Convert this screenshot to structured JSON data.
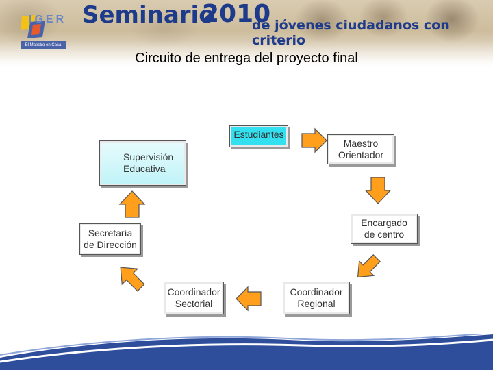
{
  "header": {
    "logo_word": "IGER",
    "logo_tag": "El Maestro en Casa",
    "seminario": "Seminario",
    "year": "2010",
    "subtitle": "de jóvenes ciudadanos con criterio"
  },
  "title": "Circuito de entrega del proyecto final",
  "nodes": {
    "estudiantes": "Estudiantes",
    "maestro": "Maestro\nOrientador",
    "encargado": "Encargado\nde centro",
    "regional": "Coordinador\nRegional",
    "sectorial": "Coordinador\nSectorial",
    "secretaria": "Secretaría\nde Dirección",
    "supervision": "Supervisión\nEducativa"
  },
  "colors": {
    "arrow_fill": "#ff9f1c",
    "students_fill": "#33e0f0",
    "title_blue": "#1e3a8a",
    "footer_blue": "#2e4d9a"
  }
}
